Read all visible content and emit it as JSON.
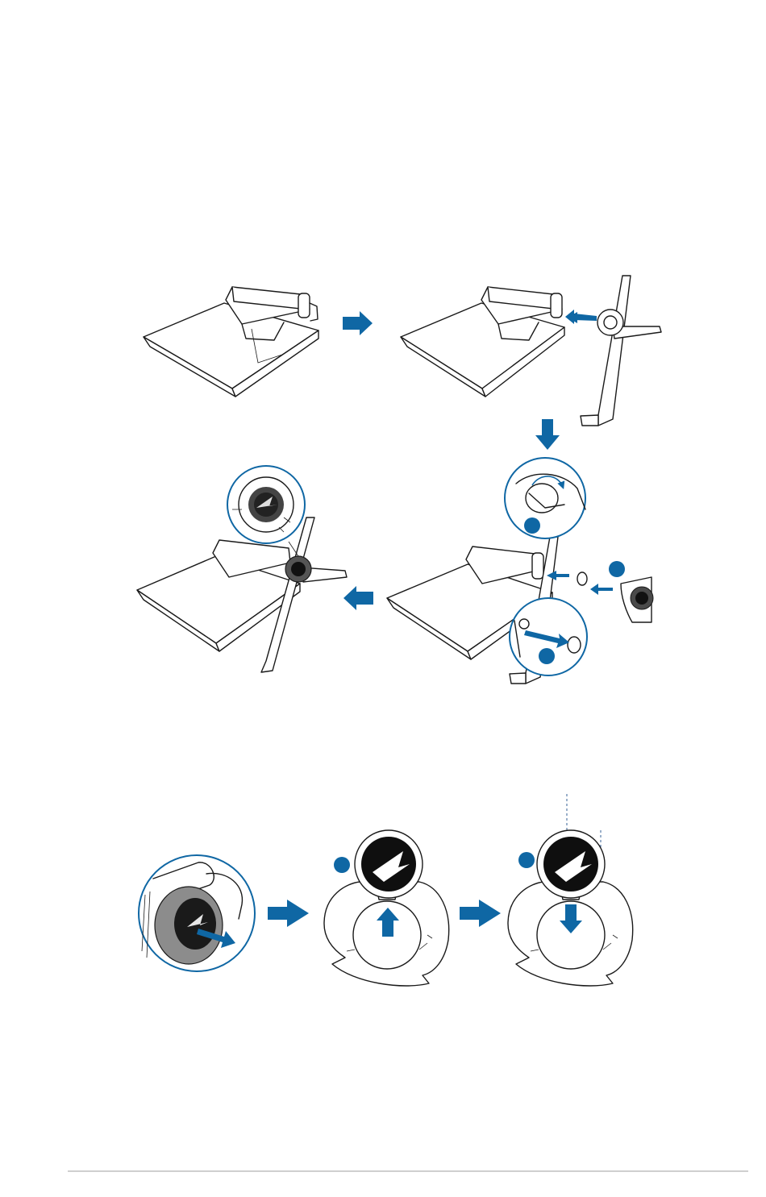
{
  "colors": {
    "accent": "#0f67a4",
    "line": "#1a1a1a",
    "logo_fill": "#111111",
    "footer_rule": "#cfcfcf"
  },
  "figures": {
    "stand_assembly": {
      "panels": [
        "monitor-base-only",
        "attach-stand-arm",
        "fasten-screw-and-cover",
        "assembled-with-projection-cover"
      ],
      "arrows": [
        "right",
        "down",
        "left"
      ],
      "step_markers": 3
    },
    "cover_replacement": {
      "panels": [
        "pull-off-cover",
        "insert-logo-cap",
        "press-logo-cap-down"
      ],
      "arrows": [
        "right",
        "right"
      ],
      "step_markers": 2
    }
  }
}
